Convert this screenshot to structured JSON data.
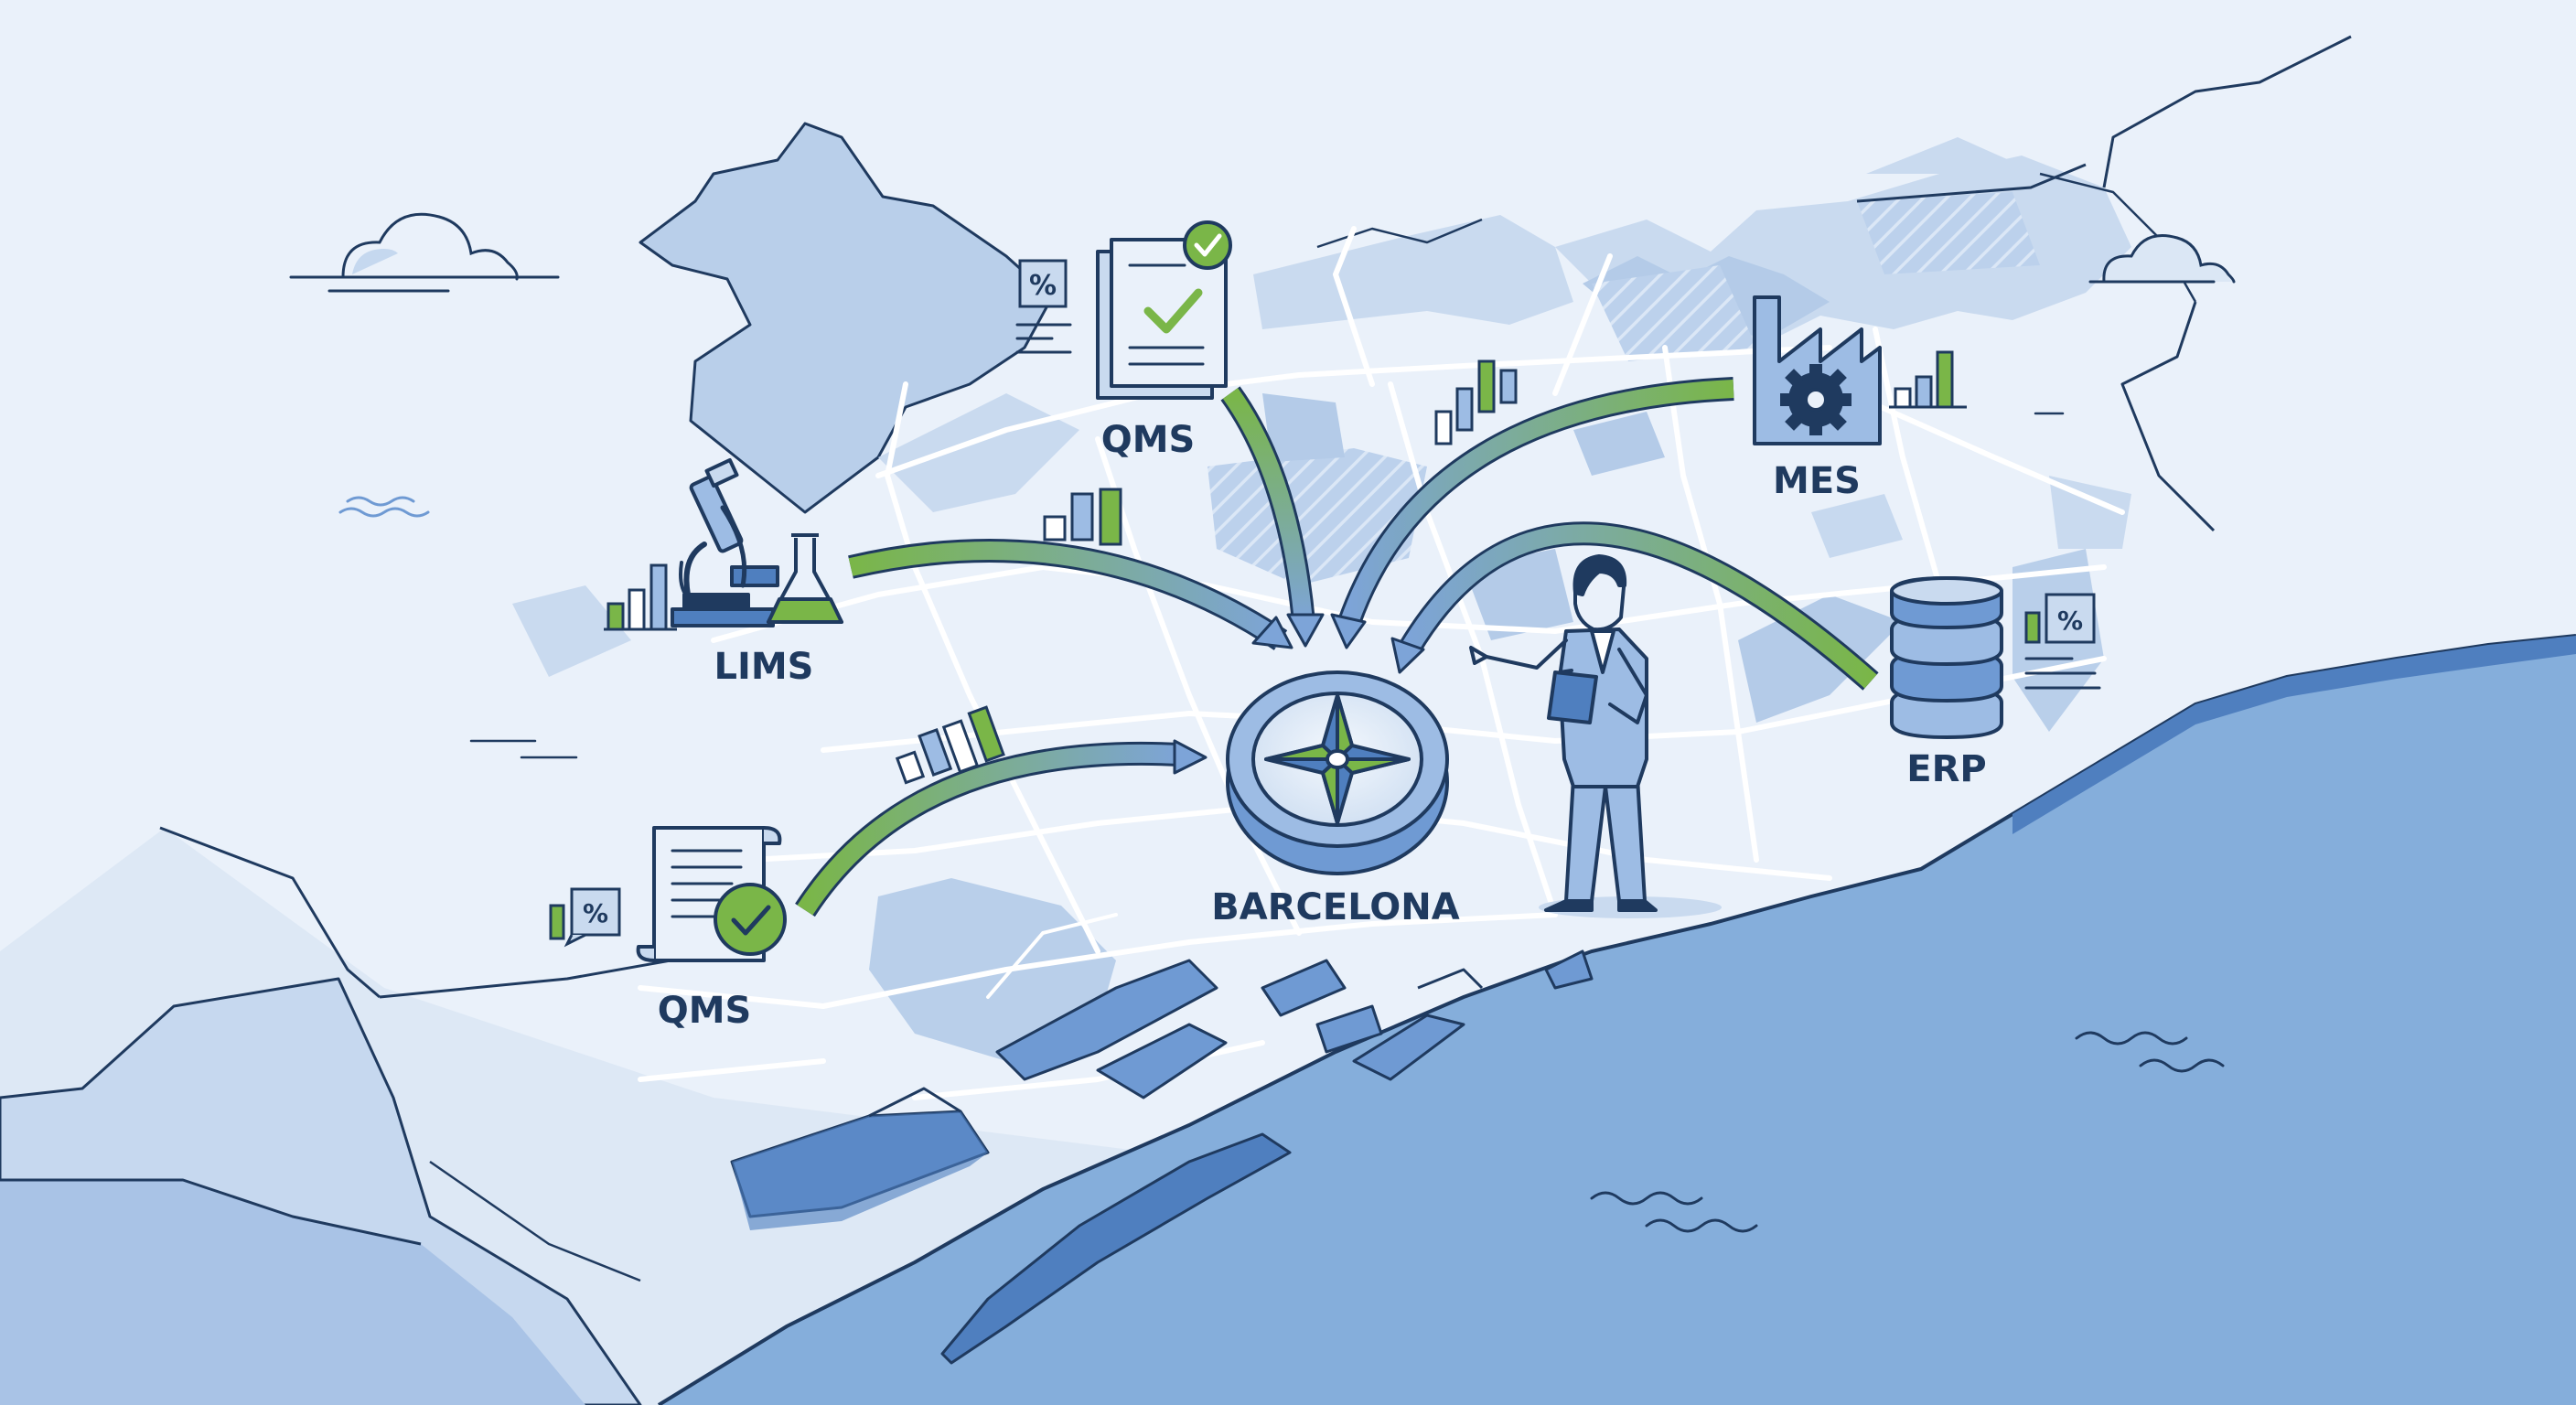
{
  "labels": {
    "qms_top": "QMS",
    "lims": "LIMS",
    "qms_bottom": "QMS",
    "mes": "MES",
    "erp": "ERP",
    "hub": "BARCELONA"
  },
  "icons": {
    "percent_symbol": "%"
  },
  "colors": {
    "background": "#eaf1fa",
    "sea": "#85aedb",
    "land_light": "#dde8f5",
    "land_mid": "#b9cfea",
    "outline": "#1f3a5f",
    "accent_green": "#7ab648",
    "accent_blue": "#6f9ad3"
  }
}
